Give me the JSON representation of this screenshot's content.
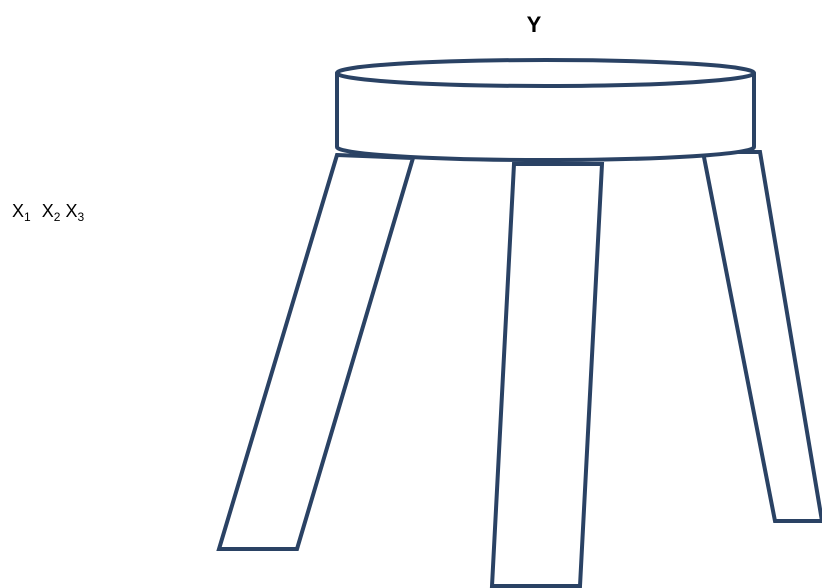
{
  "diagram": {
    "top_label": "Y",
    "leg_labels": [
      {
        "base": "X",
        "sub": "1"
      },
      {
        "base": "X",
        "sub": "2"
      },
      {
        "base": "X",
        "sub": "3"
      }
    ],
    "colors": {
      "stroke": "#2a4264",
      "fill": "#ffffff",
      "text": "#000000"
    }
  }
}
